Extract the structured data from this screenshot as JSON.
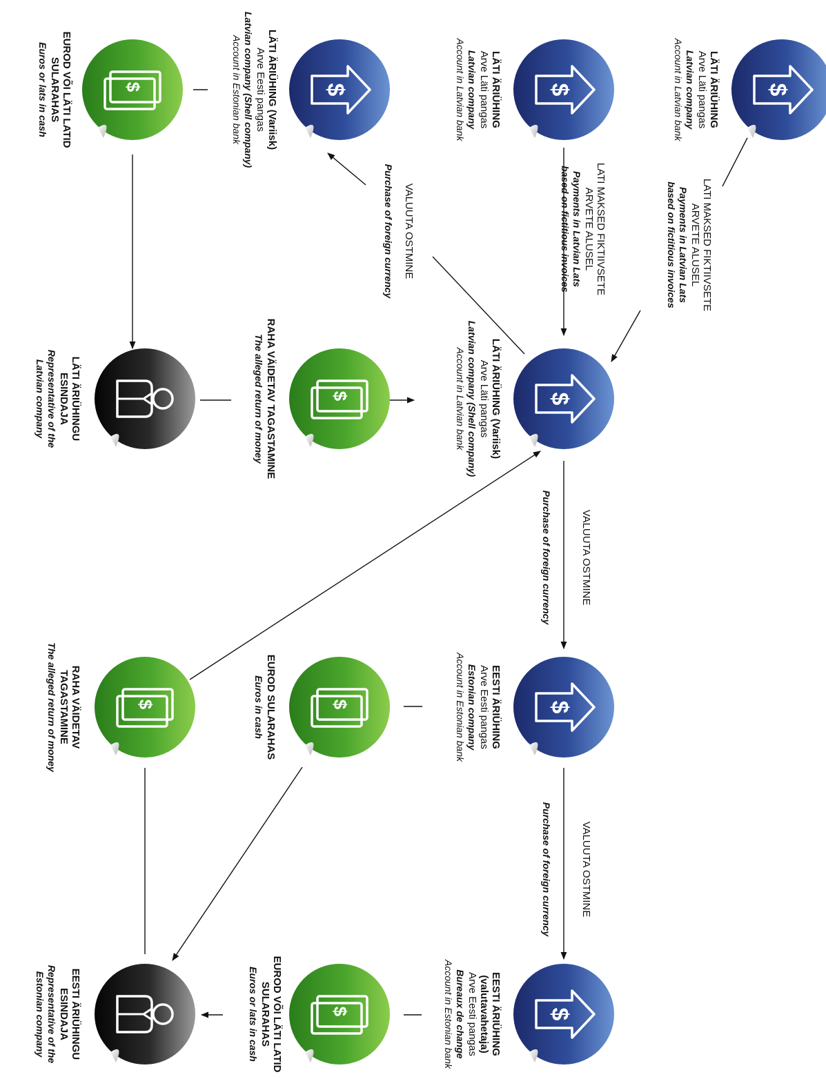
{
  "colors": {
    "company_dark": "#1c2a6b",
    "company_light": "#5a83c8",
    "cash_dark": "#2e8b1e",
    "cash_light": "#7cc242",
    "person_dark": "#0a0a0a",
    "person_light": "#8a8a8a",
    "icon_stroke": "#ffffff",
    "line": "#111111"
  },
  "icons": {
    "company": "house-dollar-icon",
    "cash": "banknotes-dollar-icon",
    "person": "person-icon"
  },
  "nodes": {
    "n1": {
      "type": "company",
      "line1": "LÄTI ÄRIÜHING",
      "line2": "Arve Läti pangas",
      "line3": "Latvian company",
      "line4": "Account in Latvian bank"
    },
    "n2": {
      "type": "company",
      "line1": "LÄTI ÄRIÜHING",
      "line2": "Arve Läti pangas",
      "line3": "Latvian company",
      "line4": "Account in Latvian bank"
    },
    "n3": {
      "type": "company",
      "line1": "LÄTI ÄRIÜHING (Variisk)",
      "line2": "Arve Eesti pangas",
      "line3": "Latvian company (Shell company)",
      "line4": "Account in Estonian bank"
    },
    "n4": {
      "type": "cash",
      "line1": "EUROD VÕI LÄTI LATID",
      "line2": "SULARAHAS",
      "line3": "Euros or lats in cash"
    },
    "n5": {
      "type": "company",
      "line1": "LÄTI ÄRIÜHING (Variisk)",
      "line2": "Arve Läti pangas",
      "line3": "Latvian company (Shell company)",
      "line4": "Account in Latvian bank"
    },
    "n6": {
      "type": "cash",
      "line1": "RAHA VÄIDETAV TAGASTAMINE",
      "line2": "The alleged return of money"
    },
    "n7": {
      "type": "person",
      "line1": "LÄTI ÄRIÜHINGU",
      "line2": "ESINDAJA",
      "line3": "Representative of the",
      "line4": "Latvian company"
    },
    "n8": {
      "type": "company",
      "line1": "EESTI ÄRIÜHING",
      "line2": "Arve Eesti pangas",
      "line3": "Estonian company",
      "line4": "Account in Estonian bank"
    },
    "n9": {
      "type": "cash",
      "line1": "EUROD SULARAHAS",
      "line2": "Euros in cash"
    },
    "n10": {
      "type": "cash",
      "line1": "RAHA VÄIDETAV",
      "line2": "TAGASTAMINE",
      "line3": "The alleged return of money"
    },
    "n11": {
      "type": "company",
      "line1": "EESTI ÄRIÜHING",
      "line2": "(valutavahetaja)",
      "line3": "Arve Eesti pangas",
      "line4": "Bureaux de change",
      "line5": "Account in Estonian bank"
    },
    "n12": {
      "type": "cash",
      "line1": "EUROD VÕI LÄTI LATID",
      "line2": "SULARAHAS",
      "line3": "Euros or lats in cash"
    },
    "n13": {
      "type": "person",
      "line1": "EESTI ÄRIÜHINGU",
      "line2": "ESINDAJA",
      "line3": "Representative of the",
      "line4": "Estonian company"
    }
  },
  "edges": {
    "e1": {
      "line1": "LATI MAKSED FIKTIIVSETE",
      "line2": "ARVETE ALUSEL",
      "line3": "Payments in Latvian Lats",
      "line4": "based on fictitious invoices"
    },
    "e2": {
      "line1": "LATI MAKSED FIKTIIVSETE",
      "line2": "ARVETE ALUSEL",
      "line3": "Payments in Latvian Lats",
      "line4": "based on fictitious invoices"
    },
    "e3": {
      "line1": "VALUUTA OSTMINE",
      "line2": "Purchase of foreign currency"
    },
    "e4": {
      "line1": "VALUUTA OSTMINE",
      "line2": "Purchase of foreign currency"
    },
    "e5": {
      "line1": "VALUUTA OSTMINE",
      "line2": "Purchase of foreign currency"
    }
  }
}
